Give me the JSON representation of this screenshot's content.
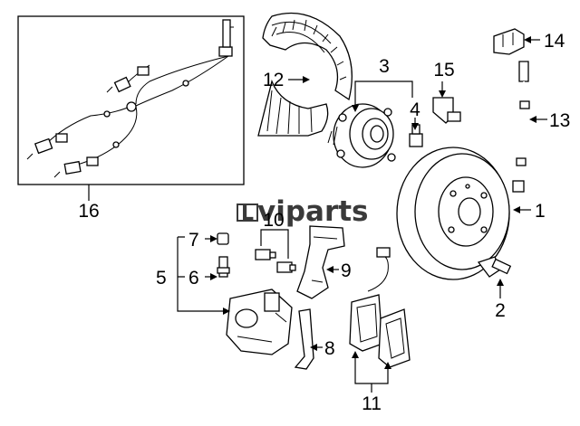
{
  "watermark": {
    "brand_prefix": "L",
    "brand_text": "viparts"
  },
  "callouts": {
    "c1": "1",
    "c2": "2",
    "c3": "3",
    "c4": "4",
    "c5": "5",
    "c6": "6",
    "c7": "7",
    "c8": "8",
    "c9": "9",
    "c10": "10",
    "c11": "11",
    "c12": "12",
    "c13": "13",
    "c14": "14",
    "c15": "15",
    "c16": "16"
  }
}
